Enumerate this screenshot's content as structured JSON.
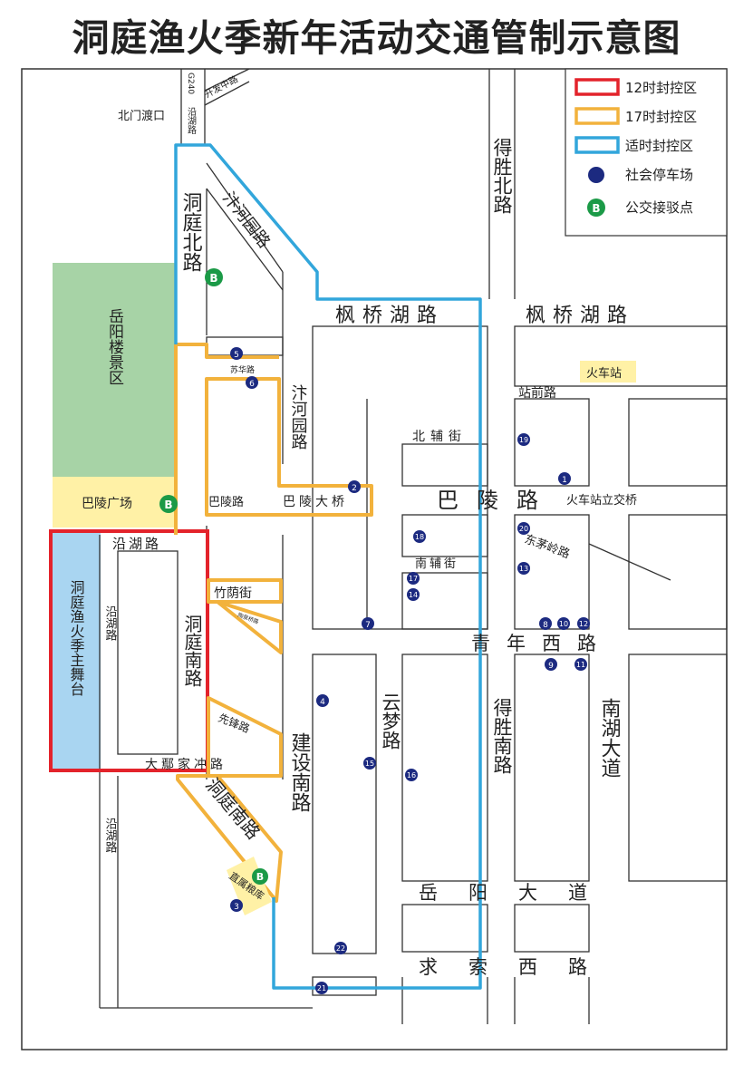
{
  "title": "洞庭渔火季新年活动交通管制示意图",
  "legend": {
    "items": [
      {
        "label": "12时封控区",
        "kind": "box",
        "color": "#e3232b"
      },
      {
        "label": "17时封控区",
        "kind": "box",
        "color": "#f2b23c"
      },
      {
        "label": "适时封控区",
        "kind": "box",
        "color": "#32a6db"
      },
      {
        "label": "社会停车场",
        "kind": "parking",
        "color": "#1c2a80"
      },
      {
        "label": "公交接驳点",
        "kind": "bus",
        "color": "#1b9a47",
        "glyph": "B"
      }
    ]
  },
  "colors": {
    "zone_12": "#e3232b",
    "zone_17": "#f2b23c",
    "zone_flex": "#32a6db",
    "parking": "#1c2a80",
    "bus": "#1b9a47",
    "scenic": "#a7d3a6",
    "square": "#fff1a6",
    "stage": "#a9d5f1"
  },
  "map": {
    "areas": {
      "yueyang_tower": "岳阳楼景区",
      "baling_square": "巴陵广场",
      "main_stage": "洞庭渔火季主舞台",
      "railway_station": "火车站"
    },
    "roads": {
      "g240_code": "G240",
      "g240_name": "沿湖路",
      "kaifa_zhonglu": "开发中路",
      "beimen_dukou": "北门渡口",
      "dongting_beilu": "洞庭北路",
      "bianheyuan_diag": "汴河园路",
      "bianheyuan": "汴河园路",
      "desheng_beilu": "得胜北路",
      "fengqiao_w": "枫桥湖路",
      "fengqiao_e": "枫桥湖路",
      "suhua": "苏华路",
      "zhanqian": "站前路",
      "beifu": "北辅街",
      "baling_small": "巴陵路",
      "baling_bridge": "巴陵大桥",
      "baling_big": "巴陵路",
      "train_bridge": "火车站立交桥",
      "yanhu_top": "沿湖路",
      "yanhu_left": "沿湖路",
      "yanhu_bottom": "沿湖路",
      "zhuyin": "竹荫街",
      "taohua": "陶泉桥路",
      "dongmaoling": "东茅岭路",
      "nanfu": "南辅街",
      "dongting_nanlu": "洞庭南路",
      "qingnian_xilu": "青年西路",
      "yunmeng": "云梦路",
      "desheng_nanlu": "得胜南路",
      "nanhu_dadao": "南湖大道",
      "xianfeng": "先锋路",
      "dayingjia": "大鄢家冲路",
      "jianshe_nanlu": "建设南路",
      "dongting_nanlu_diag": "洞庭南路",
      "zhishu_cangku": "直属粮库",
      "yueyang_dadao": "岳阳大道",
      "qiuzong_xilu": "求索西路"
    },
    "parking": [
      "1",
      "2",
      "3",
      "4",
      "5",
      "6",
      "7",
      "8",
      "9",
      "10",
      "11",
      "12",
      "13",
      "14",
      "15",
      "16",
      "17",
      "18",
      "19",
      "20",
      "21",
      "22"
    ],
    "bus_glyph": "B"
  }
}
